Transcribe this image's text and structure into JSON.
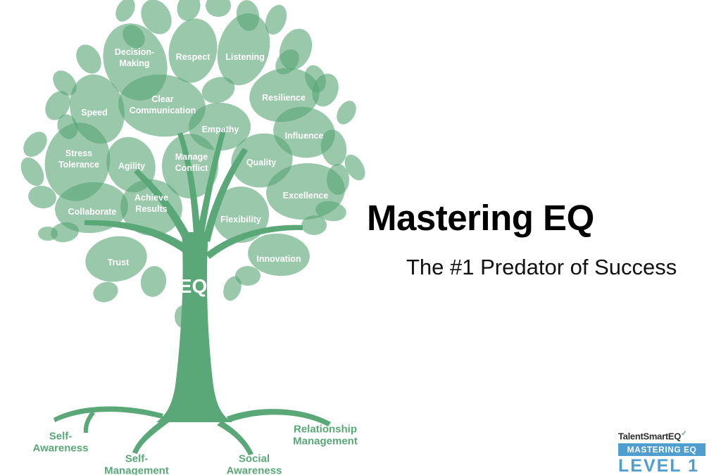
{
  "title": "Mastering EQ",
  "subtitle": "The #1 Predator of Success",
  "tree": {
    "center_label": "EQ",
    "leaf_labels": {
      "decision_making": [
        "Decision-",
        "Making"
      ],
      "respect": [
        "Respect"
      ],
      "listening": [
        "Listening"
      ],
      "resilience": [
        "Resilience"
      ],
      "speed": [
        "Speed"
      ],
      "clear_communication": [
        "Clear",
        "Communication"
      ],
      "empathy": [
        "Empathy"
      ],
      "influence": [
        "Influence"
      ],
      "stress_tolerance": [
        "Stress",
        "Tolerance"
      ],
      "agility": [
        "Agility"
      ],
      "manage_conflict": [
        "Manage",
        "Conflict"
      ],
      "quality": [
        "Quality"
      ],
      "excellence": [
        "Excellence"
      ],
      "collaborate": [
        "Collaborate"
      ],
      "achieve_results": [
        "Achieve",
        "Results"
      ],
      "flexibility": [
        "Flexibility"
      ],
      "trust": [
        "Trust"
      ],
      "innovation": [
        "Innovation"
      ]
    },
    "root_labels": {
      "self_awareness": [
        "Self-",
        "Awareness"
      ],
      "self_management": [
        "Self-",
        "Management"
      ],
      "social_awareness": [
        "Social",
        "Awareness"
      ],
      "relationship_management": [
        "Relationship",
        "Management"
      ]
    }
  },
  "logo": {
    "brand": "TalentSmartEQ",
    "program": "MASTERING EQ",
    "level": "LEVEL 1"
  },
  "colors": {
    "tree_green": "#5aa778",
    "logo_blue": "#4e9fcf",
    "title_text": "#000000"
  }
}
